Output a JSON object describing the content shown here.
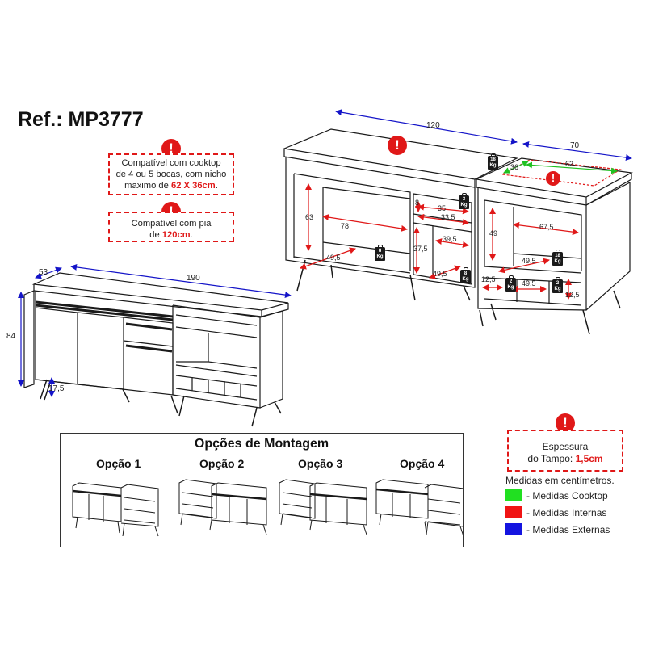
{
  "reference": "Ref.: MP3777",
  "notes": {
    "cooktop": {
      "line1": "Compatível com cooktop",
      "line2": "de 4 ou 5 bocas, com nicho",
      "line3_prefix": "maximo de ",
      "line3_highlight": "62 X 36cm",
      "line3_suffix": "."
    },
    "sink": {
      "line1": "Compatível com pia",
      "line2_prefix": "de ",
      "line2_highlight": "120cm",
      "line2_suffix": "."
    },
    "top_thickness": {
      "line1": "Espessura",
      "line2_prefix": "do Tampo: ",
      "line2_highlight": "1,5cm"
    }
  },
  "alert_icon": "exclamation-icon",
  "montage": {
    "title": "Opções de Montagem",
    "options": [
      "Opção 1",
      "Opção 2",
      "Opção 3",
      "Opção 4"
    ]
  },
  "legend": {
    "title": "Medidas em centímetros.",
    "items": [
      {
        "label": "- Medidas Cooktop",
        "color": "#21e021"
      },
      {
        "label": "- Medidas Internas",
        "color": "#f01414"
      },
      {
        "label": "- Medidas Externas",
        "color": "#1414e0"
      }
    ]
  },
  "dimensions": {
    "main_width": "190",
    "main_depth": "53",
    "main_height": "84",
    "leg_height": "17,5",
    "sink_width": "120",
    "cooktop_width": "70",
    "cooktop_niche_w": "62",
    "cooktop_niche_d": "36",
    "niche_h_left": "63",
    "inner_w_left": "78",
    "shelf_left": "49,5",
    "drawer_h": "8",
    "drawer_w1": "35",
    "drawer_w2": "33,5",
    "mid_h": "37,5",
    "mid_w": "39,5",
    "mid_shelf": "49,5",
    "cook_h": "49",
    "cook_w": "67,5",
    "cook_shelf": "49,5",
    "cook_small_w": "12,5",
    "cook_small_shelf": "49,5",
    "cook_small_h": "12,5"
  },
  "weights": {
    "w18": {
      "value": "18",
      "unit": "Kg"
    },
    "w8": {
      "value": "8",
      "unit": "Kg"
    },
    "w3": {
      "value": "3",
      "unit": "Kg"
    },
    "w2": {
      "value": "2",
      "unit": "Kg"
    }
  }
}
